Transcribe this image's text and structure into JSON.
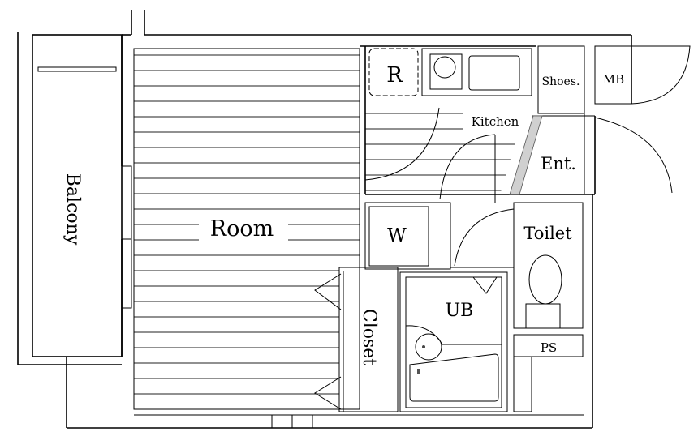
{
  "floorplan": {
    "labels": {
      "room": "Room",
      "balcony": "Balcony",
      "kitchen": "Kitchen",
      "refrigerator": "R",
      "shoes": "Shoes.",
      "meter_box": "MB",
      "entrance": "Ent.",
      "washer": "W",
      "toilet": "Toilet",
      "unit_bath": "UB",
      "closet": "Closet",
      "pipe_space": "PS"
    },
    "colors": {
      "line": "#000000",
      "partition": "#d0d0d0"
    }
  }
}
